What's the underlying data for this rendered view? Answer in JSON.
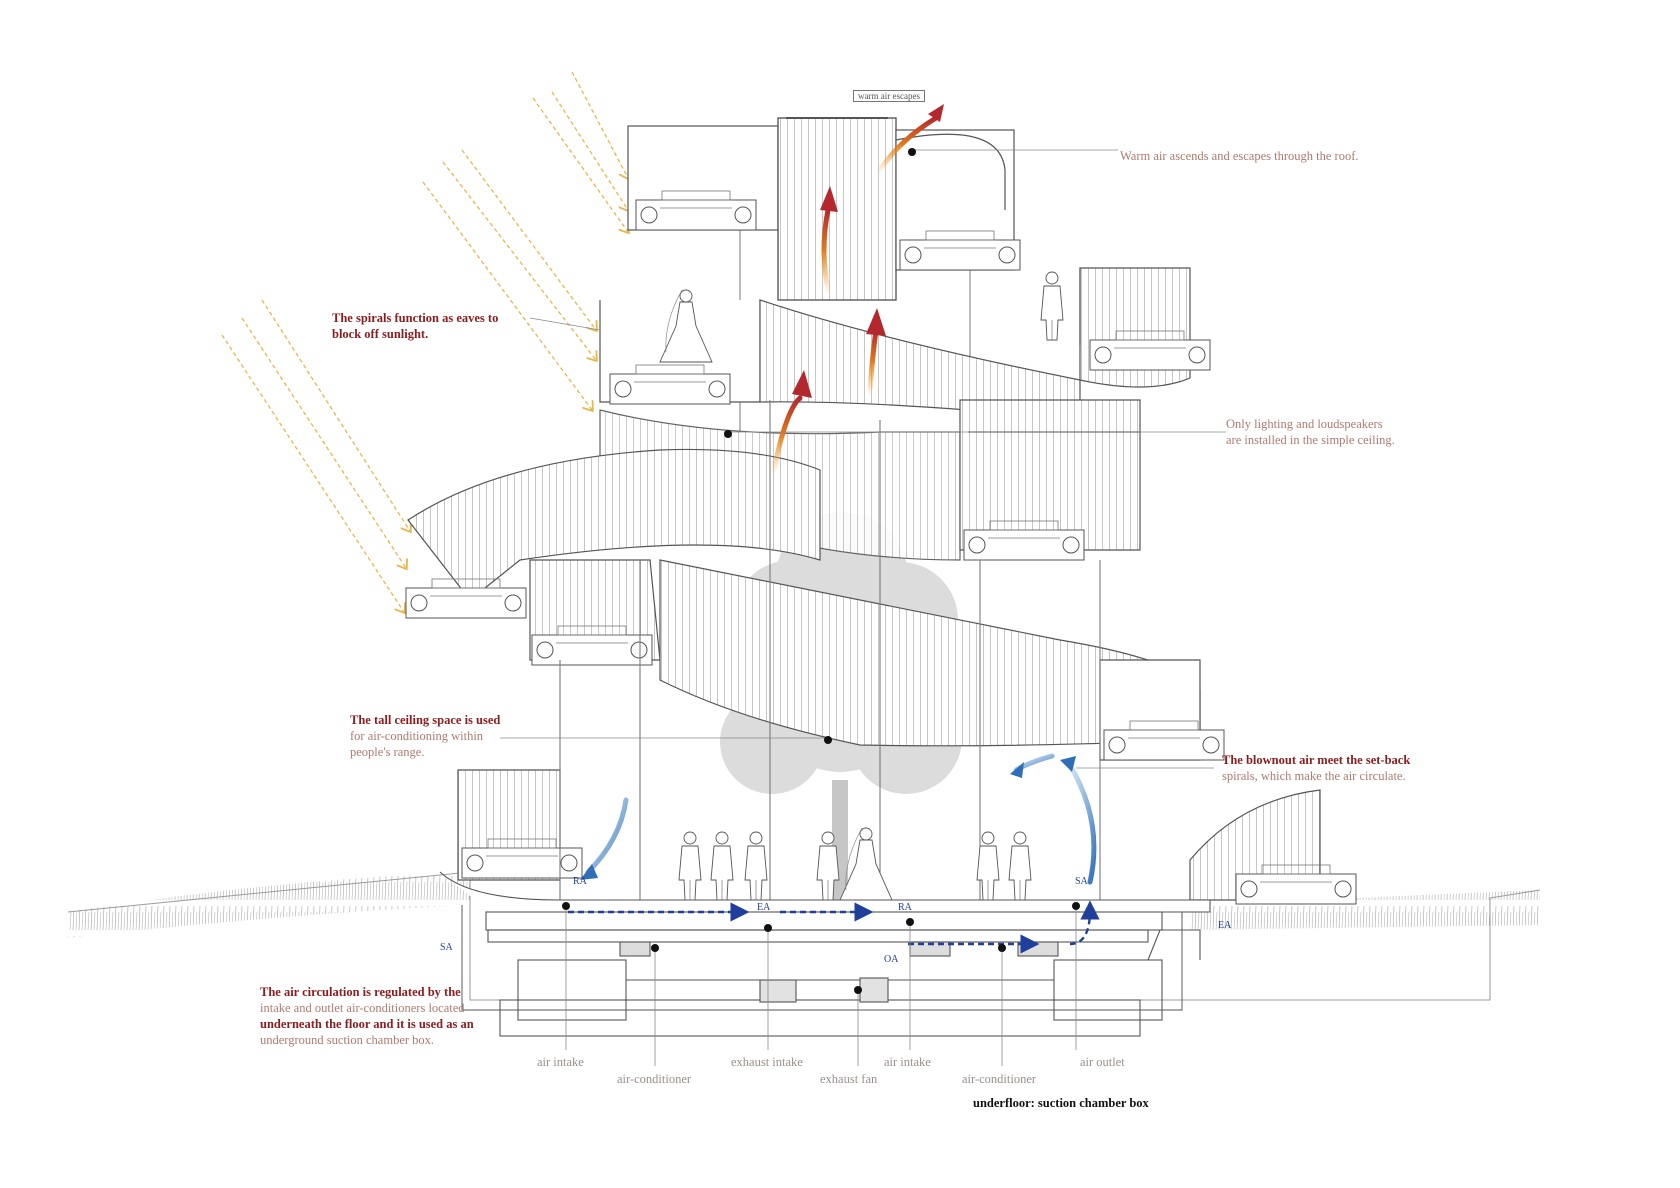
{
  "escape_box": "warm air escapes",
  "notes": {
    "roof": "Warm air ascends and escapes through the roof.",
    "eaves": [
      "The spirals function as eaves to",
      "block off sunlight."
    ],
    "ceiling": [
      "Only lighting and loudspeakers",
      "are installed in the simple ceiling."
    ],
    "tall_ceiling": {
      "head": "The tall ceiling space is used",
      "body": [
        "for air-conditioning within",
        "people's range."
      ]
    },
    "blownout": {
      "head": "The blownout air meet the set-back",
      "body": "spirals, which make the air circulate."
    },
    "circulation": {
      "line1": "The air circulation is regulated by the",
      "line2": "intake and outlet air-conditioners located",
      "line3": "underneath the floor and it is used as an",
      "line4": "underground suction chamber box."
    }
  },
  "equipment_labels": {
    "air_intake_1": "air intake",
    "air_conditioner_1": "air-conditioner",
    "exhaust_intake": "exhaust intake",
    "exhaust_fan": "exhaust fan",
    "air_intake_2": "air intake",
    "air_conditioner_2": "air-conditioner",
    "air_outlet": "air outlet",
    "underfloor": "underfloor: suction chamber box"
  },
  "flow_tags": {
    "ra": "RA",
    "ea_1": "EA",
    "ra_2": "RA",
    "oa": "OA",
    "sa": "SA",
    "ea_2": "EA",
    "sa_left": "SA"
  },
  "colors": {
    "note_text": "#b07a6c",
    "note_highlight": "#8a1d1d",
    "line": "#6f6f6f",
    "warm_arrow_top": "#b3282d",
    "warm_arrow_bottom": "#f0a020",
    "cool_arrow": "#2f6fb8",
    "sun_ray": "#e8b64a",
    "tree": "#d6d6d6"
  },
  "icons": [
    "sun-ray-arrow",
    "warm-air-arrow",
    "cool-air-arrow",
    "duct-flow-arrow",
    "leader-dot"
  ]
}
